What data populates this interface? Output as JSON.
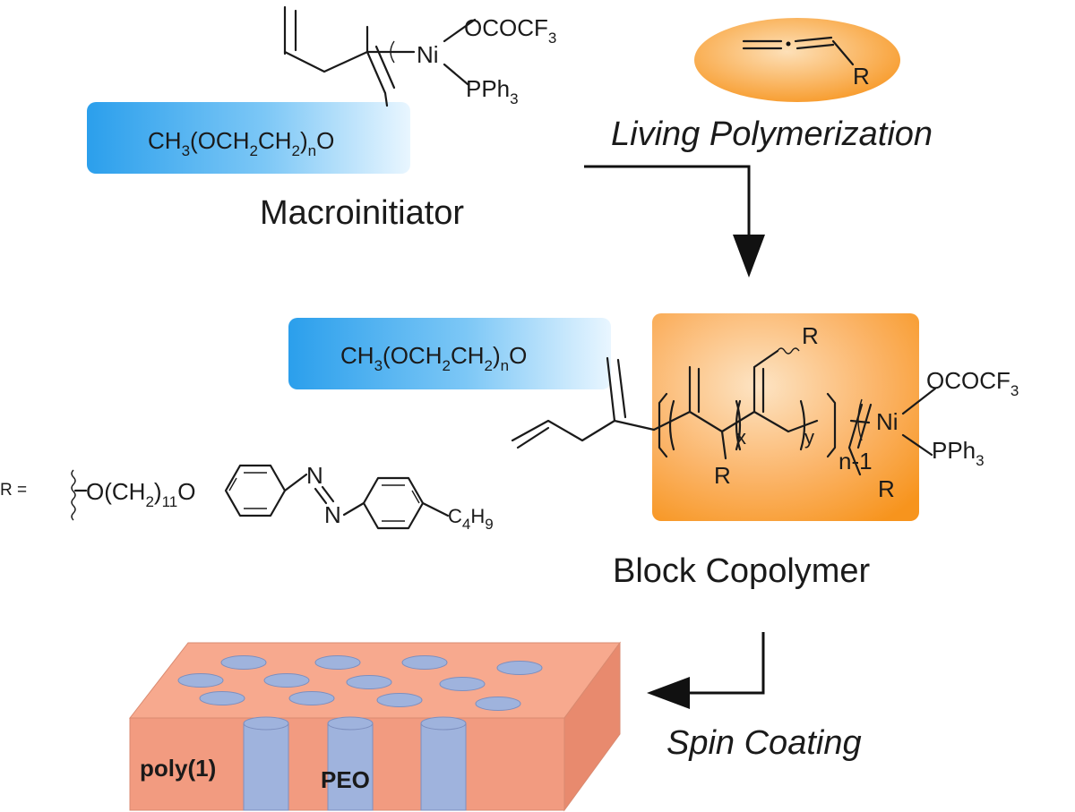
{
  "initiator": {
    "peg_main": "CH",
    "peg_sub1": "3",
    "peg_mid": "(OCH",
    "peg_sub2": "2",
    "peg_mid2": "CH",
    "peg_sub3": "2",
    "peg_close": ")",
    "peg_sub_n": "n",
    "peg_end": "O",
    "ni": "Ni",
    "ocof_main": "OCOCF",
    "ocof_sub": "3",
    "pph_main": "PPh",
    "pph_sub": "3",
    "caption": "Macroinitiator"
  },
  "monomer": {
    "r_label": "R"
  },
  "steps": {
    "living": "Living Polymerization",
    "spin": "Spin Coating"
  },
  "copolymer": {
    "peg_main": "CH",
    "peg_sub1": "3",
    "peg_mid": "(OCH",
    "peg_sub2": "2",
    "peg_mid2": "CH",
    "peg_sub3": "2",
    "peg_close": ")",
    "peg_sub_n": "n",
    "peg_end": "O",
    "r_top": "R",
    "r_bottom1": "R",
    "r_bottom2": "R",
    "x": "x",
    "y": "y",
    "n_minus": "n-1",
    "ni": "Ni",
    "ocof_main": "OCOCF",
    "ocof_sub": "3",
    "pph_main": "PPh",
    "pph_sub": "3",
    "caption": "Block Copolymer"
  },
  "r_group": {
    "r_eq": "R =",
    "chain_main": "O(CH",
    "chain_sub": "2",
    "chain_close": ")",
    "chain_sub2": "11",
    "chain_o": "O",
    "n1": "N",
    "n2": "N",
    "butyl_main": "C",
    "butyl_sub1": "4",
    "butyl_h": "H",
    "butyl_sub2": "9"
  },
  "film": {
    "poly_label": "poly(",
    "poly_num": "1",
    "poly_close": ")",
    "peo_label": "PEO",
    "colors": {
      "film_top": "#f7a98e",
      "film_front": "#f29b80",
      "film_side": "#e88a6e",
      "cylinder": "#9fb3dd",
      "poly_text": "#e8393f",
      "peo_text": "#2b3fd6"
    }
  },
  "colors": {
    "peg_blue": "#3aa8ee",
    "block_orange": "#f7941d"
  }
}
